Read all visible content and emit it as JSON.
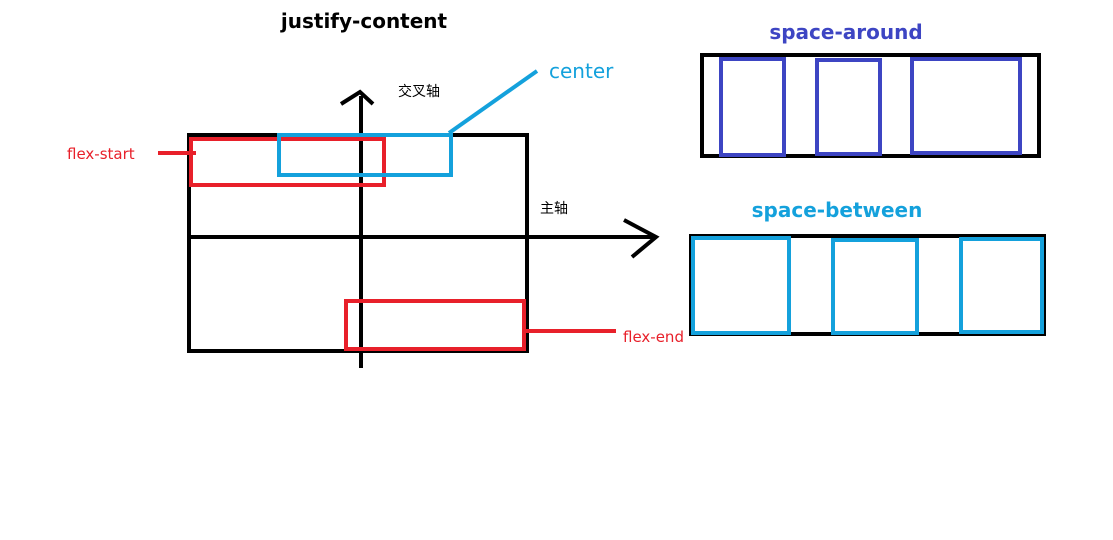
{
  "diagram": {
    "title": "justify-content",
    "axes": {
      "cross_axis_label": "交叉轴",
      "main_axis_label": "主轴"
    },
    "callouts": {
      "center": "center",
      "flex_start": "flex-start",
      "flex_end": "flex-end"
    },
    "examples": {
      "space_around": "space-around",
      "space_between": "space-between"
    }
  },
  "colors": {
    "black": "#000000",
    "red": "#e8202a",
    "blue": "#14a1dc",
    "indigo": "#3d45c3"
  }
}
